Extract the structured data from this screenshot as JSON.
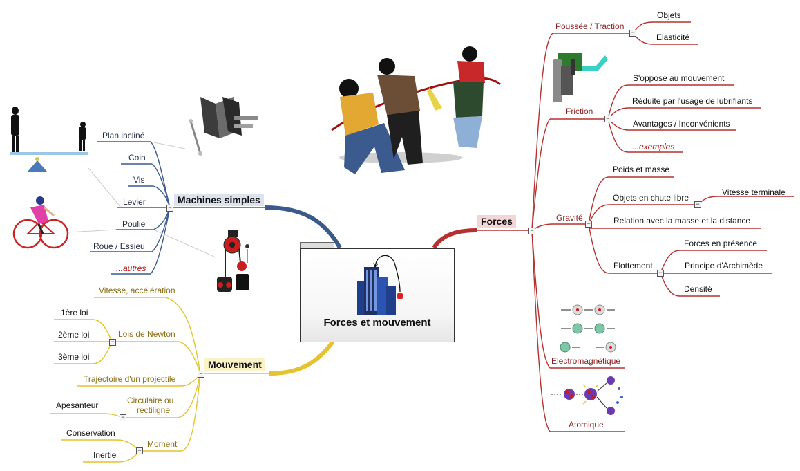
{
  "central": {
    "title": "Forces et mouvement"
  },
  "branches": {
    "machines": {
      "label": "Machines simples",
      "color": "#3a5a8c",
      "items": [
        "Plan incliné",
        "Coin",
        "Vis",
        "Levier",
        "Poulie",
        "Roue / Essieu",
        "...autres"
      ]
    },
    "mouvement": {
      "label": "Mouvement",
      "color": "#e6c22e",
      "vitesse": "Vitesse, accélération",
      "newton": {
        "label": "Lois de Newton",
        "items": [
          "1ère loi",
          "2ème loi",
          "3ème loi"
        ]
      },
      "trajectoire": "Trajectoire d'un projectile",
      "circulaire": {
        "line1": "Circulaire ou",
        "line2": "rectiligne",
        "items": [
          "Apesanteur"
        ]
      },
      "moment": {
        "label": "Moment",
        "items": [
          "Conservation",
          "Inertie"
        ]
      }
    },
    "forces": {
      "label": "Forces",
      "color": "#b5312f",
      "poussee": {
        "label": "Poussée / Traction",
        "items": [
          "Objets",
          "Elasticité"
        ]
      },
      "friction": {
        "label": "Friction",
        "items": [
          "S'oppose au mouvement",
          "Réduite par l'usage de lubrifiants",
          "Avantages / Inconvénients",
          "...exemples"
        ]
      },
      "gravite": {
        "label": "Gravité",
        "poids": "Poids et masse",
        "chute": {
          "label": "Objets en chute libre",
          "items": [
            "Vitesse terminale"
          ]
        },
        "relation": "Relation avec la masse et la distance",
        "flottement": {
          "label": "Flottement",
          "items": [
            "Forces en présence",
            "Principe d'Archimède",
            "Densité"
          ]
        }
      },
      "electro": "Electromagnétique",
      "atomique": "Atomique"
    }
  },
  "toggle_symbol": "−"
}
